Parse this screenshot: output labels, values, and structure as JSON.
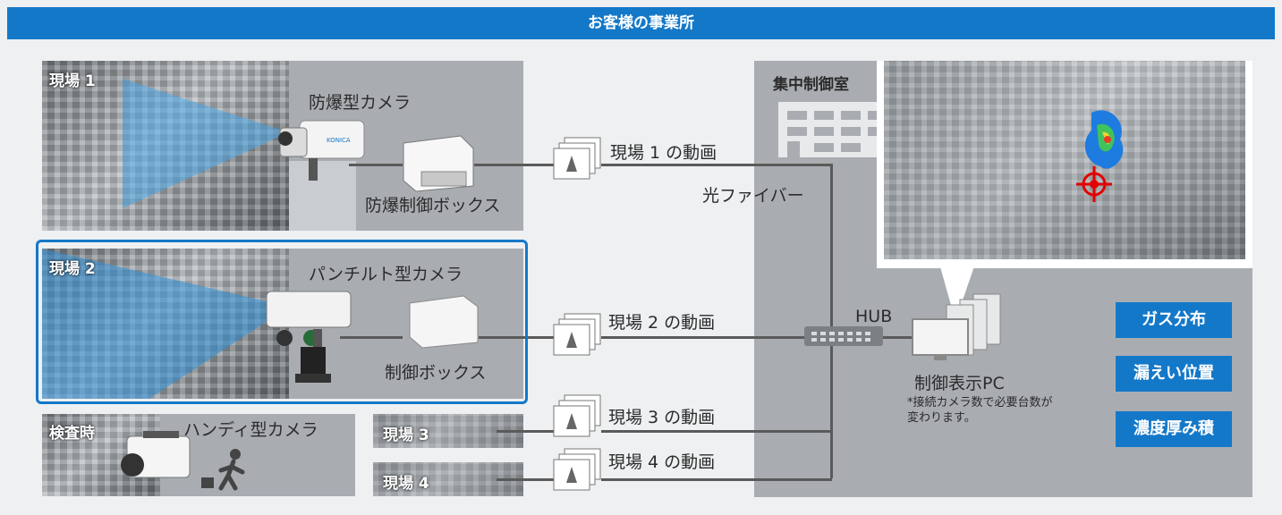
{
  "header": {
    "title": "お客様の事業所"
  },
  "sites": {
    "site1": {
      "label": "現場 1",
      "camera": "防爆型カメラ",
      "box": "防爆制御ボックス",
      "video": "現場 1 の動画"
    },
    "site2": {
      "label": "現場 2",
      "camera": "パンチルト型カメラ",
      "box": "制御ボックス",
      "video": "現場 2 の動画"
    },
    "inspection": {
      "label": "検査時",
      "camera": "ハンディ型カメラ"
    },
    "site3": {
      "label": "現場 3",
      "video": "現場 3 の動画"
    },
    "site4": {
      "label": "現場 4",
      "video": "現場 4 の動画"
    }
  },
  "network": {
    "fiber": "光ファイバー",
    "hub": "HUB"
  },
  "control_room": {
    "title": "集中制御室",
    "pc_label": "制御表示PC",
    "note": "*接続カメラ数で必要台数が\n変わります。"
  },
  "features": [
    "ガス分布",
    "漏えい位置",
    "濃度厚み積"
  ],
  "colors": {
    "accent": "#1478c8",
    "panel": "#a9adb2",
    "background": "#eef0f2"
  }
}
